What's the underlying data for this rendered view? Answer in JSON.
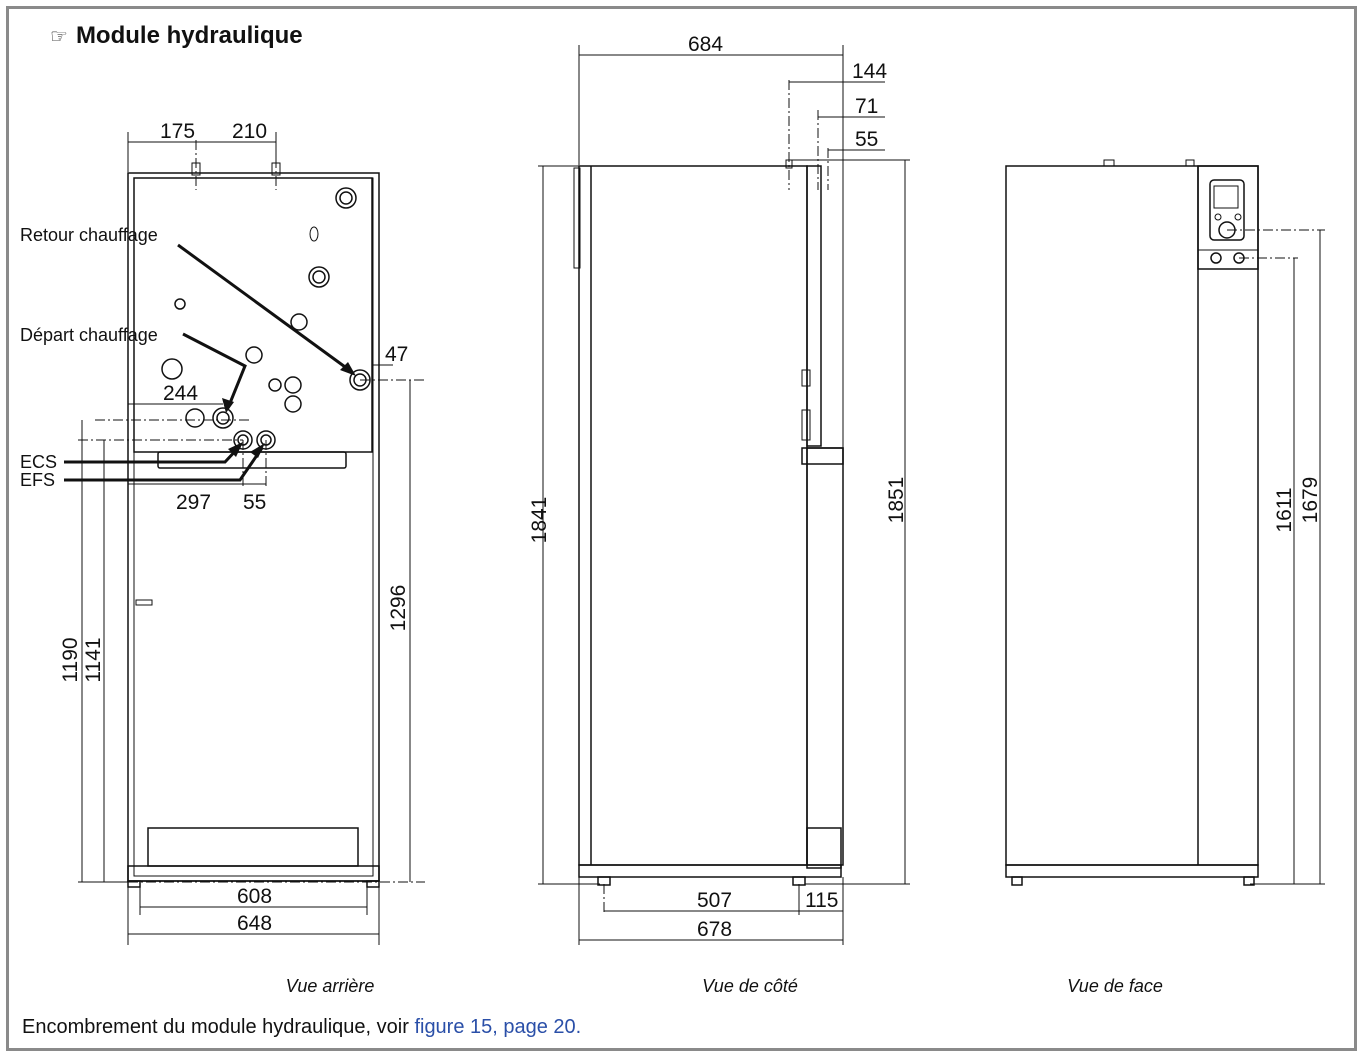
{
  "title": "Module hydraulique",
  "title_icon": "pointing-hand-icon",
  "views": {
    "back": {
      "caption": "Vue arrière",
      "labels": {
        "retour": "Retour chauffage",
        "depart": "Départ chauffage",
        "ecs": "ECS",
        "efs": "EFS"
      },
      "dims": {
        "d175": "175",
        "d210": "210",
        "d47": "47",
        "d244": "244",
        "d297": "297",
        "d55": "55",
        "d1190": "1190",
        "d1141": "1141",
        "d1296": "1296",
        "d608": "608",
        "d648": "648"
      }
    },
    "side": {
      "caption": "Vue de côté",
      "dims": {
        "d684": "684",
        "d144": "144",
        "d71": "71",
        "d55": "55",
        "d1841": "1841",
        "d1851": "1851",
        "d507": "507",
        "d115": "115",
        "d678": "678"
      }
    },
    "front": {
      "caption": "Vue de face",
      "dims": {
        "d1611": "1611",
        "d1679": "1679"
      }
    }
  },
  "footer": {
    "text": "Encombrement du module hydraulique, voir ",
    "link": "figure 15, page 20."
  }
}
